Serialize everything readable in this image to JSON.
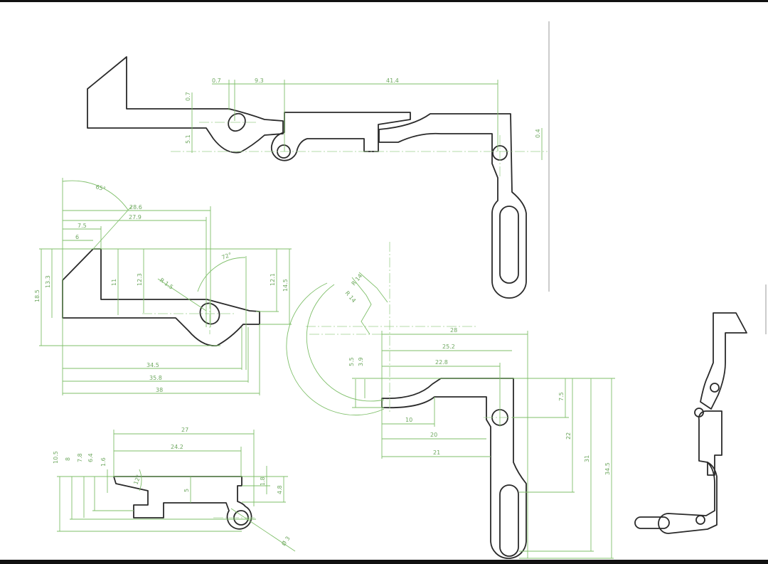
{
  "title": "Trigger mechanism parts drawing",
  "colors": {
    "outline": "#2a2a2a",
    "dimension": "#7fbf6a"
  },
  "top_view": {
    "dims": [
      "0.7",
      "9.3",
      "41.4",
      "0.7",
      "5.1",
      "0.4"
    ]
  },
  "side_view": {
    "dims": [
      "65°",
      "28.6",
      "27.9",
      "7.5",
      "6",
      "18.5",
      "13.3",
      "11",
      "12.3",
      "R 1.5",
      "72°",
      "12.1",
      "14.5",
      "34.5",
      "35.8",
      "38"
    ]
  },
  "bottom_left_view": {
    "dims": [
      "27",
      "24.2",
      "10.5",
      "8",
      "7.8",
      "6.4",
      "1.6",
      "12°",
      "5",
      "1.8",
      "4.8",
      "Ø 3"
    ]
  },
  "bottom_right_view": {
    "dims": [
      "R 14",
      "R 14",
      "28",
      "25.2",
      "22.8",
      "5.5",
      "3.9",
      "10",
      "20",
      "21",
      "7.5",
      "22",
      "31",
      "34.5"
    ]
  }
}
